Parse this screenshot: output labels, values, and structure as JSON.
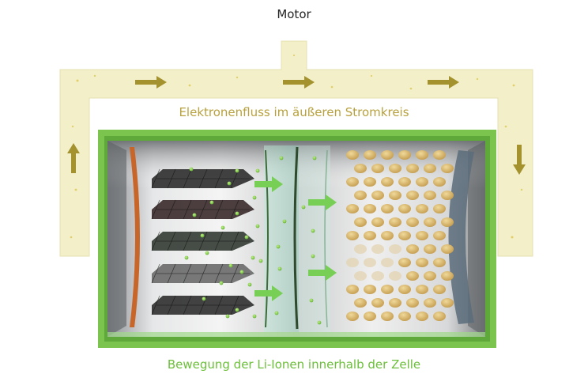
{
  "labels": {
    "motor": "Motor",
    "external_circuit": "Elektronenfluss im äußeren Stromkreis",
    "cell_movement": "Bewegung der Li-Ionen innerhalb der Zelle"
  },
  "colors": {
    "circuit_fill": "#f3f0c9",
    "arrow": "#a4922f",
    "circuit_text": "#b8a13d",
    "cell_text": "#6cbf3a",
    "cell_frame": "#7bc44e",
    "ion_arrow": "#77cf55",
    "ion_particle": "#8fd14f",
    "cathode_particle": "#d9b86a",
    "graphite_dark": "#3b3b3b"
  },
  "icons": [
    "arrow-right-icon",
    "arrow-down-icon",
    "arrow-up-icon"
  ]
}
